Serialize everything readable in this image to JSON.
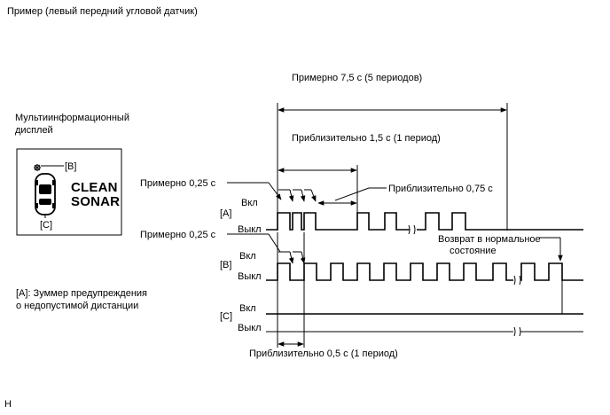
{
  "title": "Пример (левый передний угловой датчик)",
  "labels": {
    "total": "Примерно 7,5 с (5 периодов)",
    "display": [
      "Мультиинформационный",
      "дисплей"
    ],
    "period_15": "Приблизительно 1,5 с (1 период)",
    "approx025_top": "Примерно 0,25 с",
    "approx075": "Приблизительно 0,75 с",
    "approx025_bottom": "Примерно 0,25 с",
    "return": [
      "Возврат в нормальное",
      "состояние"
    ],
    "buzzer": [
      "[A]: Зуммер предупреждения",
      "о недопустимой дистанции"
    ],
    "period_05": "Приблизительно 0,5 с (1 период)",
    "figure_id": "H"
  },
  "display": {
    "text_line1": "CLEAN",
    "text_line2": "SONAR",
    "tag_b": "[B]",
    "tag_c": "[C]"
  },
  "signals": [
    {
      "id": "[A]",
      "on": "Вкл",
      "off": "Выкл"
    },
    {
      "id": "[B]",
      "on": "Вкл",
      "off": "Выкл"
    },
    {
      "id": "[C]",
      "on": "Вкл",
      "off": "Выкл"
    }
  ]
}
